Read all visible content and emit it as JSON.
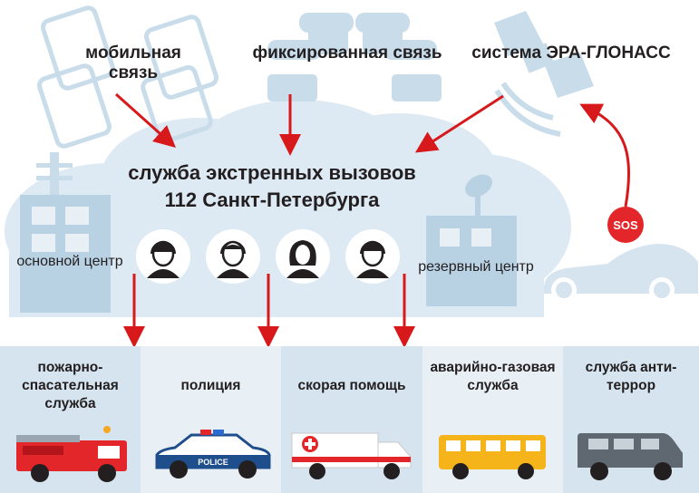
{
  "sources": {
    "mobile": "мобильная связь",
    "fixed": "фиксированная связь",
    "era_glonass": "система ЭРА-ГЛОНАСС"
  },
  "hub": {
    "title_line1": "служба экстренных вызовов",
    "title_line2": "112 Санкт-Петербурга"
  },
  "centers": {
    "main": "основной центр",
    "backup": "резервный центр"
  },
  "sos_label": "SOS",
  "services": [
    {
      "label": "пожарно-спасательная служба",
      "vehicle": "fire-truck-icon"
    },
    {
      "label": "полиция",
      "vehicle": "police-car-icon",
      "vehicle_text": "POLICE"
    },
    {
      "label": "скорая помощь",
      "vehicle": "ambulance-icon"
    },
    {
      "label": "аварийно-газовая служба",
      "vehicle": "bus-icon"
    },
    {
      "label": "служба анти-террор",
      "vehicle": "armored-van-icon"
    }
  ],
  "colors": {
    "arrow": "#d7191c",
    "cloud": "#dde9f3",
    "light_icon": "#c8dcea",
    "panel_a": "#d5e4ef",
    "panel_b": "#e8f0f6",
    "text": "#231f20"
  }
}
